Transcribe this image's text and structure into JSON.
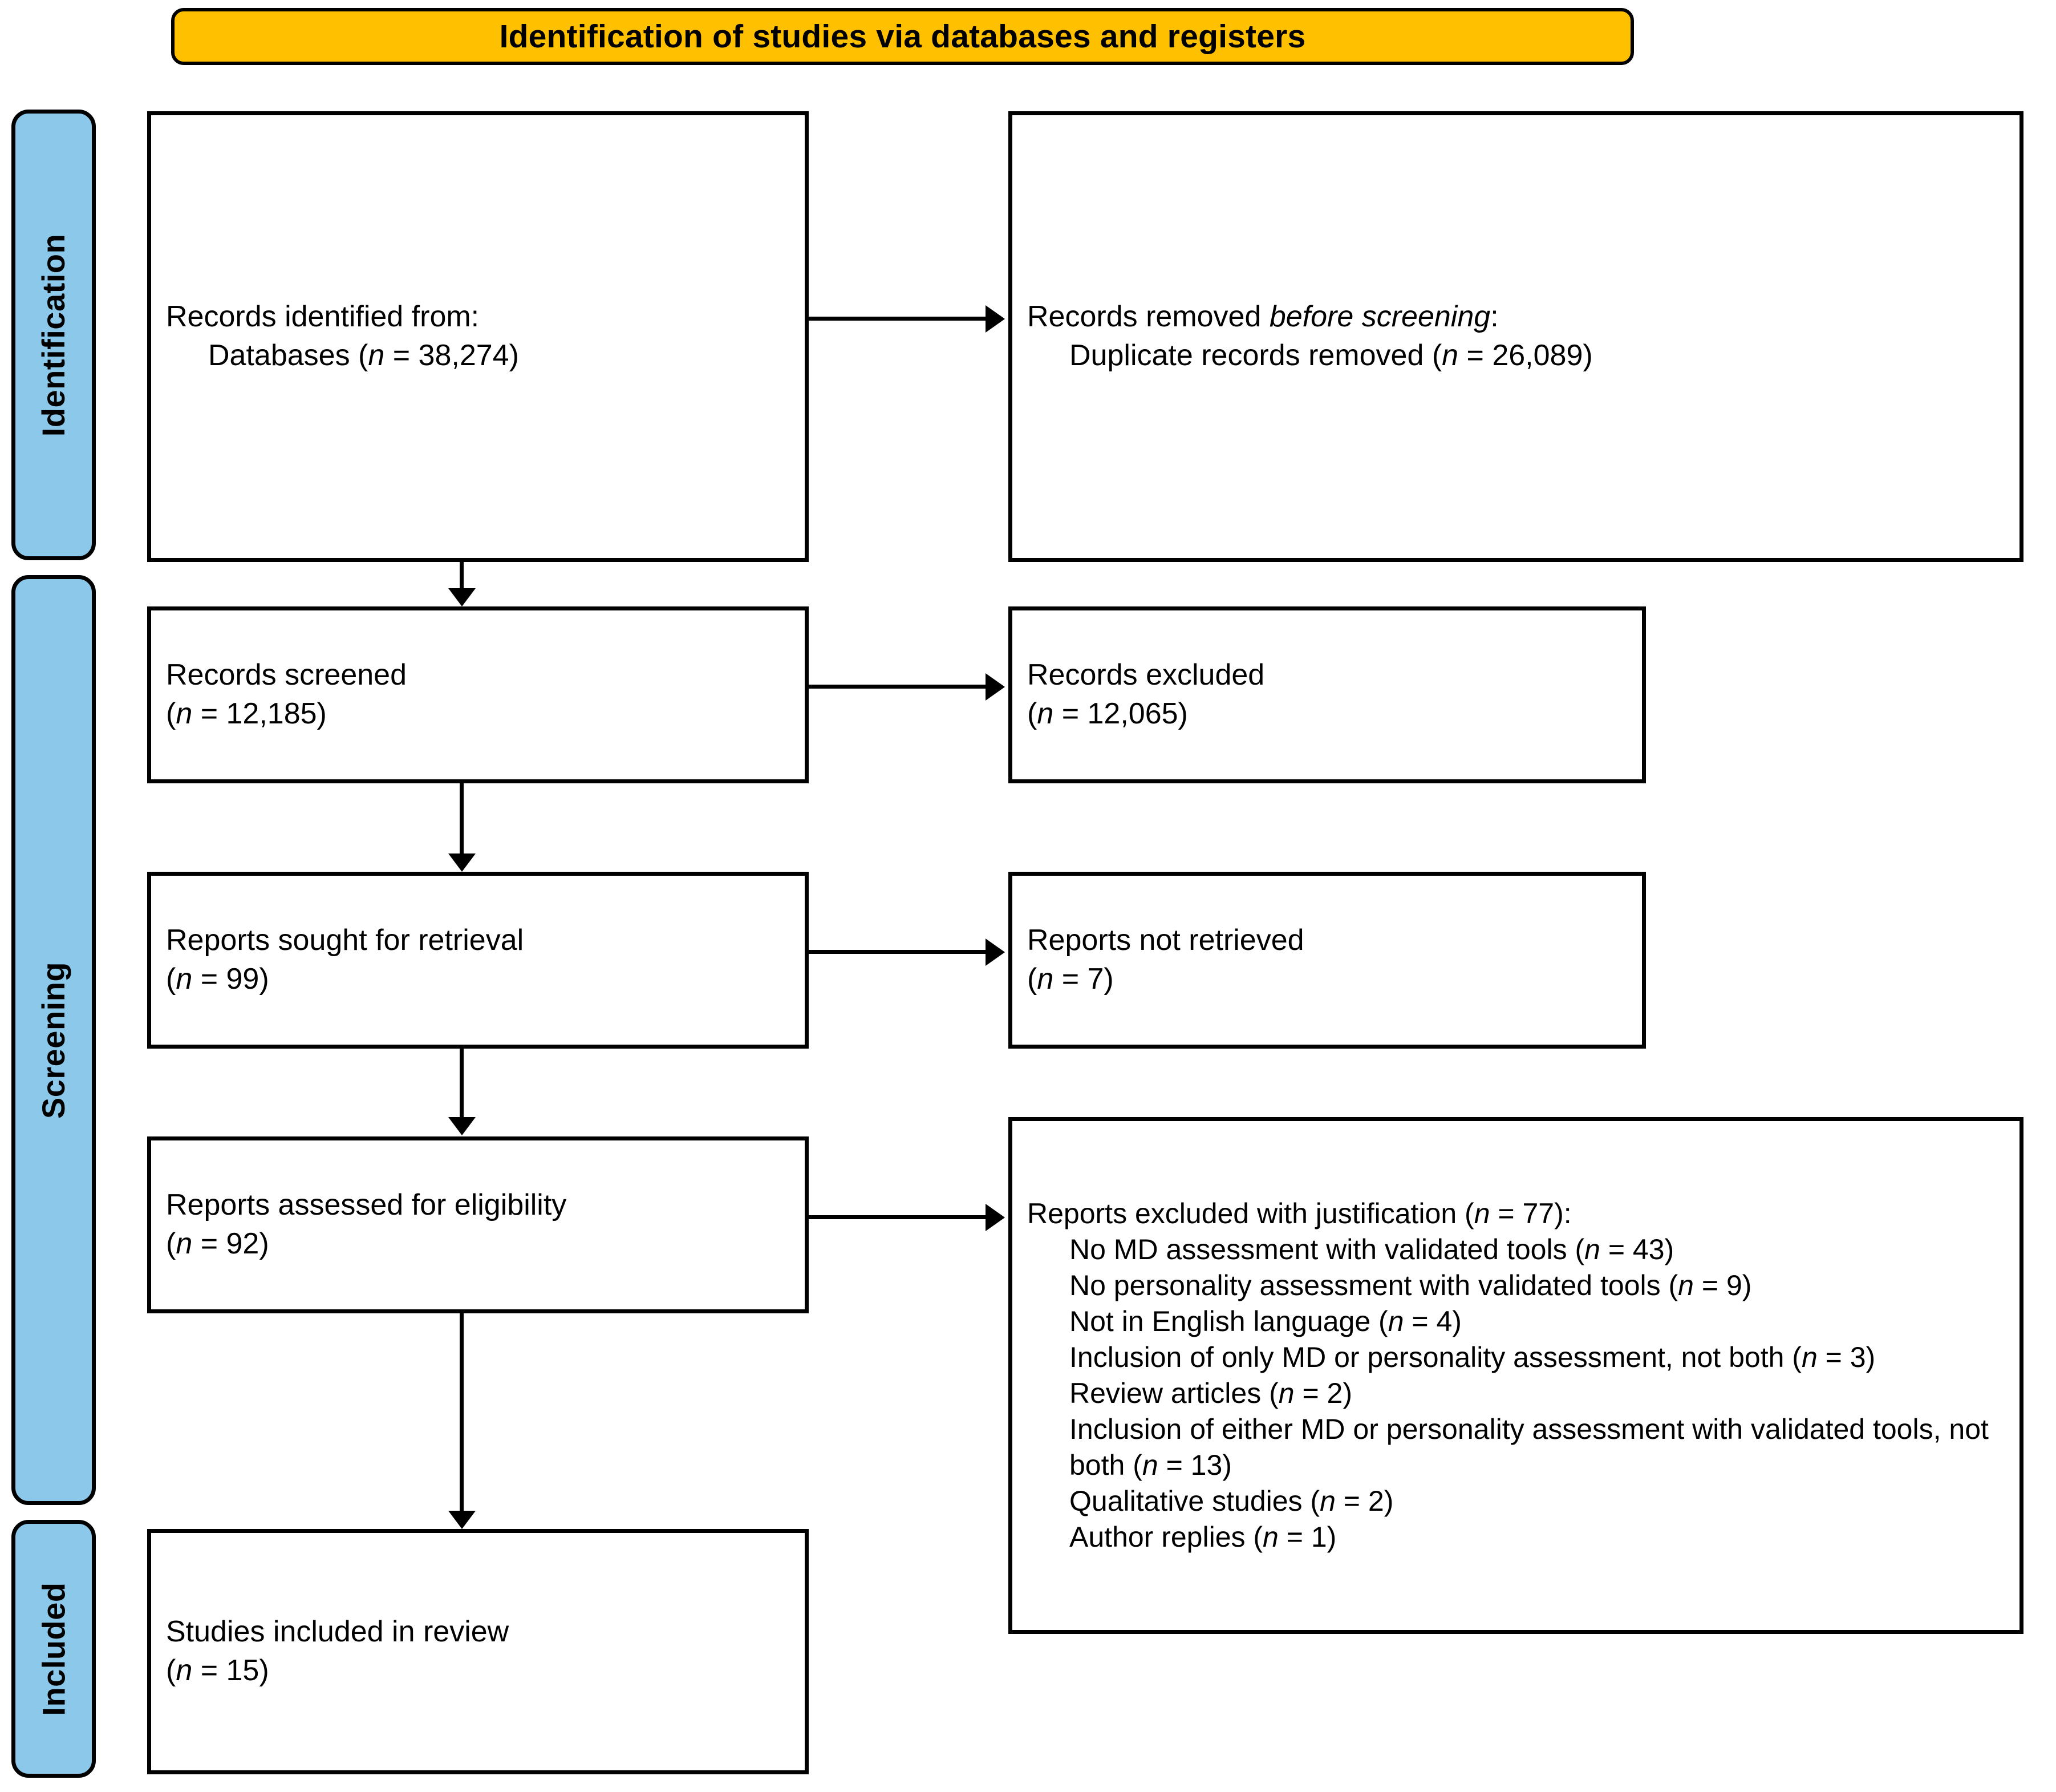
{
  "header": {
    "title": "Identification of studies via databases and registers",
    "bg_color": "#FFC000",
    "border_color": "#000000"
  },
  "stages": {
    "accent_color": "#8CC8EA",
    "items": [
      {
        "id": "identification",
        "label": "Identification"
      },
      {
        "id": "screening",
        "label": "Screening"
      },
      {
        "id": "included",
        "label": "Included"
      }
    ]
  },
  "boxes": {
    "identified": {
      "line1": "Records identified from:",
      "line2_prefix": "Databases (",
      "line2_italic": "n",
      "line2_suffix": " = 38,274)"
    },
    "removed": {
      "line1_prefix": "Records removed ",
      "line1_italic": "before screening",
      "line1_suffix": ":",
      "line2_prefix": "Duplicate records removed (",
      "line2_italic": "n",
      "line2_suffix": " = 26,089)"
    },
    "screened": {
      "line1": "Records screened",
      "line2_prefix": "(",
      "line2_italic": "n",
      "line2_suffix": " = 12,185)"
    },
    "excluded": {
      "line1": "Records excluded",
      "line2_prefix": "(",
      "line2_italic": "n",
      "line2_suffix": " = 12,065)"
    },
    "sought": {
      "line1": "Reports sought for retrieval",
      "line2_prefix": "(",
      "line2_italic": "n",
      "line2_suffix": " = 99)"
    },
    "not_retrieved": {
      "line1": "Reports not retrieved",
      "line2_prefix": "(",
      "line2_italic": "n",
      "line2_suffix": " = 7)"
    },
    "assessed": {
      "line1": "Reports assessed for eligibility",
      "line2_prefix": "(",
      "line2_italic": "n",
      "line2_suffix": " = 92)"
    },
    "justified": {
      "heading_prefix": "Reports excluded with justification (",
      "heading_italic": "n",
      "heading_suffix": " = 77):",
      "reasons": [
        {
          "text_prefix": "No MD assessment with validated tools (",
          "italic": "n",
          "text_suffix": " = 43)",
          "count": 43
        },
        {
          "text_prefix": "No personality assessment with validated tools (",
          "italic": "n",
          "text_suffix": " = 9)",
          "count": 9
        },
        {
          "text_prefix": "Not in English language (",
          "italic": "n",
          "text_suffix": " = 4)",
          "count": 4
        },
        {
          "text_prefix": "Inclusion of only MD or personality assessment, not both (",
          "italic": "n",
          "text_suffix": " = 3)",
          "count": 3
        },
        {
          "text_prefix": "Review articles (",
          "italic": "n",
          "text_suffix": " = 2)",
          "count": 2
        },
        {
          "text_prefix": "Inclusion of either MD or personality assessment with validated tools, not both (",
          "italic": "n",
          "text_suffix": " = 13)",
          "count": 13
        },
        {
          "text_prefix": "Qualitative studies (",
          "italic": "n",
          "text_suffix": " = 2)",
          "count": 2
        },
        {
          "text_prefix": "Author replies (",
          "italic": "n",
          "text_suffix": " = 1)",
          "count": 1
        }
      ]
    },
    "included": {
      "line1": "Studies included in review",
      "line2_prefix": "(",
      "line2_italic": "n",
      "line2_suffix": " = 15)"
    }
  },
  "flow_data": {
    "type": "flowchart",
    "title": "Identification of studies via databases and registers",
    "nodes": [
      {
        "id": "identified",
        "stage": "Identification",
        "label": "Records identified from: Databases",
        "n": 38274
      },
      {
        "id": "removed",
        "stage": "Identification",
        "label": "Records removed before screening: Duplicate records removed",
        "n": 26089
      },
      {
        "id": "screened",
        "stage": "Screening",
        "label": "Records screened",
        "n": 12185
      },
      {
        "id": "excluded",
        "stage": "Screening",
        "label": "Records excluded",
        "n": 12065
      },
      {
        "id": "sought",
        "stage": "Screening",
        "label": "Reports sought for retrieval",
        "n": 99
      },
      {
        "id": "not_retrieved",
        "stage": "Screening",
        "label": "Reports not retrieved",
        "n": 7
      },
      {
        "id": "assessed",
        "stage": "Screening",
        "label": "Reports assessed for eligibility",
        "n": 92
      },
      {
        "id": "justified",
        "stage": "Screening",
        "label": "Reports excluded with justification",
        "n": 77
      },
      {
        "id": "included",
        "stage": "Included",
        "label": "Studies included in review",
        "n": 15
      }
    ],
    "edges": [
      {
        "from": "identified",
        "to": "removed",
        "direction": "right"
      },
      {
        "from": "identified",
        "to": "screened",
        "direction": "down"
      },
      {
        "from": "screened",
        "to": "excluded",
        "direction": "right"
      },
      {
        "from": "screened",
        "to": "sought",
        "direction": "down"
      },
      {
        "from": "sought",
        "to": "not_retrieved",
        "direction": "right"
      },
      {
        "from": "sought",
        "to": "assessed",
        "direction": "down"
      },
      {
        "from": "assessed",
        "to": "justified",
        "direction": "right"
      },
      {
        "from": "assessed",
        "to": "included",
        "direction": "down"
      }
    ]
  }
}
